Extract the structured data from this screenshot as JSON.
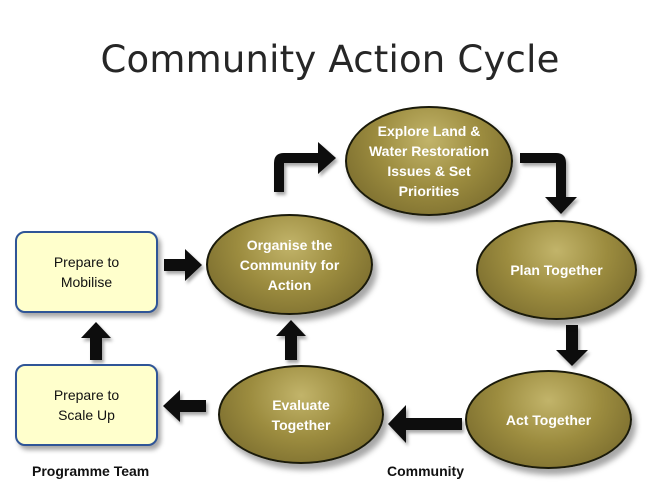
{
  "title": "Community Action Cycle",
  "nodes": {
    "explore": "Explore Land & Water Restoration Issues & Set Priorities",
    "plan": "Plan Together",
    "act": "Act Together",
    "evaluate": "Evaluate Together",
    "organise": "Organise the Community for Action",
    "mobilise": "Prepare to Mobilise",
    "scale_up": "Prepare to Scale Up"
  },
  "labels": {
    "programme_team": "Programme Team",
    "community": "Community"
  },
  "colors": {
    "ellipse_fill": "#9c8c3f",
    "box_fill": "#ffffcc",
    "box_border": "#2f5597",
    "arrow": "#111111"
  }
}
